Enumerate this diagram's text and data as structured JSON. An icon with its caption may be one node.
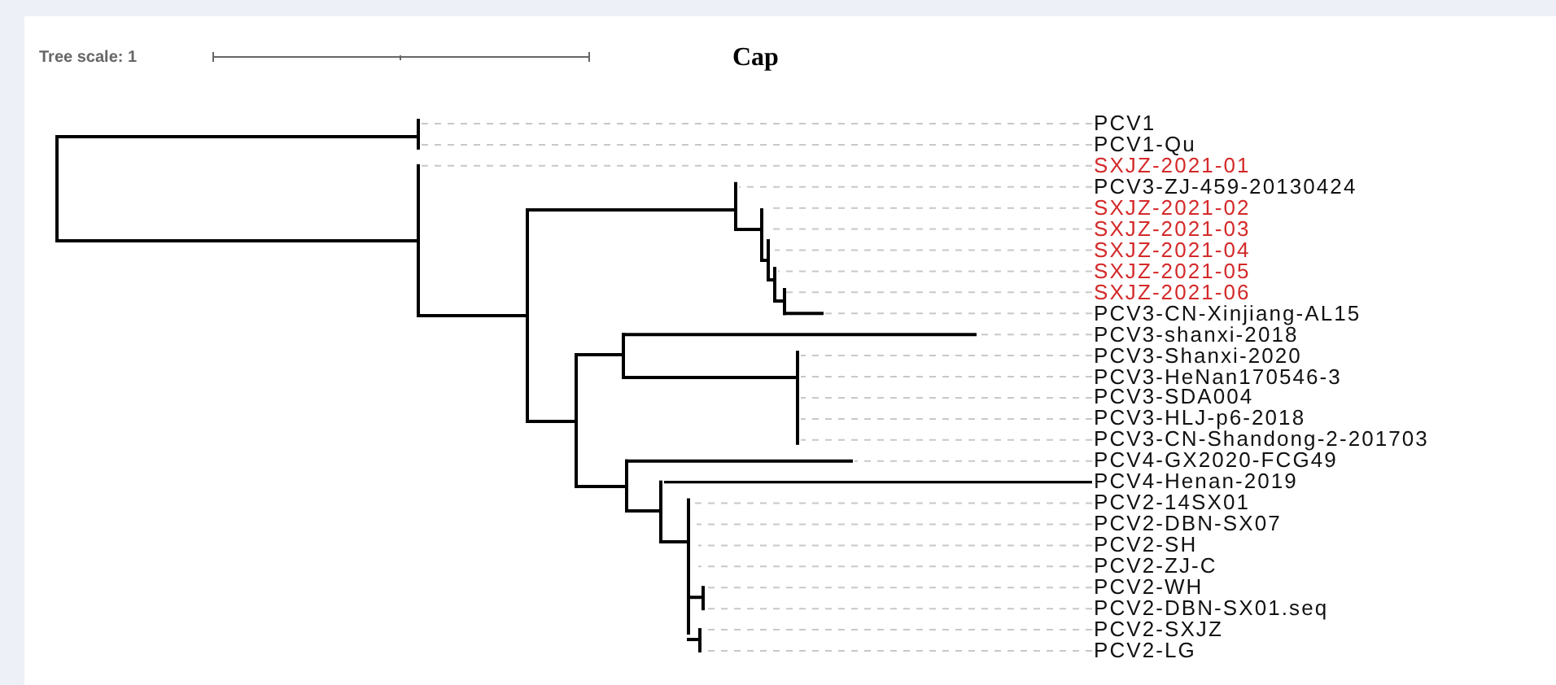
{
  "diagram": {
    "title": "Cap",
    "nodes": [
      {
        "text": [
          "PCV1"
        ]
      },
      {
        "text": [
          "PCV1-Qu"
        ]
      },
      {
        "text": [
          "SXJZ-2021-01"
        ]
      },
      {
        "text": [
          "PCV3-ZJ-459-20130424"
        ]
      },
      {
        "text": [
          "SXJZ-2021-02"
        ]
      },
      {
        "text": [
          "SXJZ-2021-03"
        ]
      },
      {
        "text": [
          "SXJZ-2021-04"
        ]
      },
      {
        "text": [
          "SXJZ-2021-05"
        ]
      },
      {
        "text": [
          "SXJZ-2021-06"
        ]
      },
      {
        "text": [
          "PCV3-CN-Xinjiang-AL15"
        ]
      },
      {
        "text": [
          "PCV3-shanxi-2018"
        ]
      },
      {
        "text": [
          "PCV3-Shanxi-2020"
        ]
      },
      {
        "text": [
          "PCV3-HeNan170546-3"
        ]
      },
      {
        "text": [
          "PCV3-SDA004"
        ]
      },
      {
        "text": [
          "PCV3-HLJ-p6-2018"
        ]
      },
      {
        "text": [
          "PCV3-CN-Shandong-2-201703"
        ]
      },
      {
        "text": [
          "PCV4-GX2020-FCG49"
        ]
      },
      {
        "text": [
          "PCV4-Henan-2019"
        ]
      },
      {
        "text": [
          "PCV2-14SX01"
        ]
      },
      {
        "text": [
          "PCV2-DBN-SX07"
        ]
      },
      {
        "text": [
          "PCV2-SH"
        ]
      },
      {
        "text": [
          "PCV2-ZJ-C"
        ]
      },
      {
        "text": [
          "PCV2-WH"
        ]
      },
      {
        "text": [
          "PCV2-DBN-SX01.seq"
        ]
      },
      {
        "text": [
          "PCV2-SXJZ"
        ]
      },
      {
        "text": [
          "PCV2-LG"
        ]
      }
    ],
    "edges": [
      {
        "from": 0,
        "to": null,
        "arrow": "none",
        "style": "dashed"
      },
      {
        "from": 1,
        "to": null,
        "arrow": "none",
        "style": "dashed"
      },
      {
        "from": 2,
        "to": null,
        "arrow": "none",
        "style": "dashed"
      },
      {
        "from": 3,
        "to": null,
        "arrow": "none",
        "style": "dashed"
      },
      {
        "from": 4,
        "to": null,
        "arrow": "none",
        "style": "dashed"
      },
      {
        "from": 5,
        "to": null,
        "arrow": "none",
        "style": "dashed"
      },
      {
        "from": 6,
        "to": null,
        "arrow": "none",
        "style": "dashed"
      },
      {
        "from": 7,
        "to": null,
        "arrow": "none",
        "style": "dashed"
      },
      {
        "from": 8,
        "to": null,
        "arrow": "none",
        "style": "dashed"
      },
      {
        "from": 9,
        "to": null,
        "arrow": "none",
        "style": "dashed"
      },
      {
        "from": 10,
        "to": null,
        "arrow": "none",
        "style": "dashed"
      },
      {
        "from": 11,
        "to": null,
        "arrow": "none",
        "style": "dashed"
      },
      {
        "from": 12,
        "to": null,
        "arrow": "none",
        "style": "dashed"
      },
      {
        "from": 13,
        "to": null,
        "arrow": "none",
        "style": "dashed"
      },
      {
        "from": 14,
        "to": null,
        "arrow": "none",
        "style": "dashed"
      },
      {
        "from": 15,
        "to": null,
        "arrow": "none",
        "style": "dashed"
      },
      {
        "from": 16,
        "to": null,
        "arrow": "none",
        "style": "dashed"
      },
      {
        "from": 17,
        "to": null,
        "arrow": "none",
        "color": "#000000"
      },
      {
        "from": 18,
        "to": null,
        "arrow": "none",
        "style": "dashed"
      },
      {
        "from": 19,
        "to": null,
        "arrow": "none",
        "style": "dashed"
      },
      {
        "from": 20,
        "to": null,
        "arrow": "none",
        "style": "dashed"
      },
      {
        "from": 21,
        "to": null,
        "arrow": "none",
        "style": "dashed"
      },
      {
        "from": 22,
        "to": null,
        "arrow": "none",
        "style": "dashed"
      },
      {
        "from": 23,
        "to": null,
        "arrow": "none",
        "style": "dashed"
      },
      {
        "from": 24,
        "to": null,
        "arrow": "none",
        "style": "dashed"
      },
      {
        "from": 25,
        "to": null,
        "arrow": "none",
        "style": "dashed"
      }
    ],
    "labels": [
      "Tree scale: 1"
    ]
  }
}
